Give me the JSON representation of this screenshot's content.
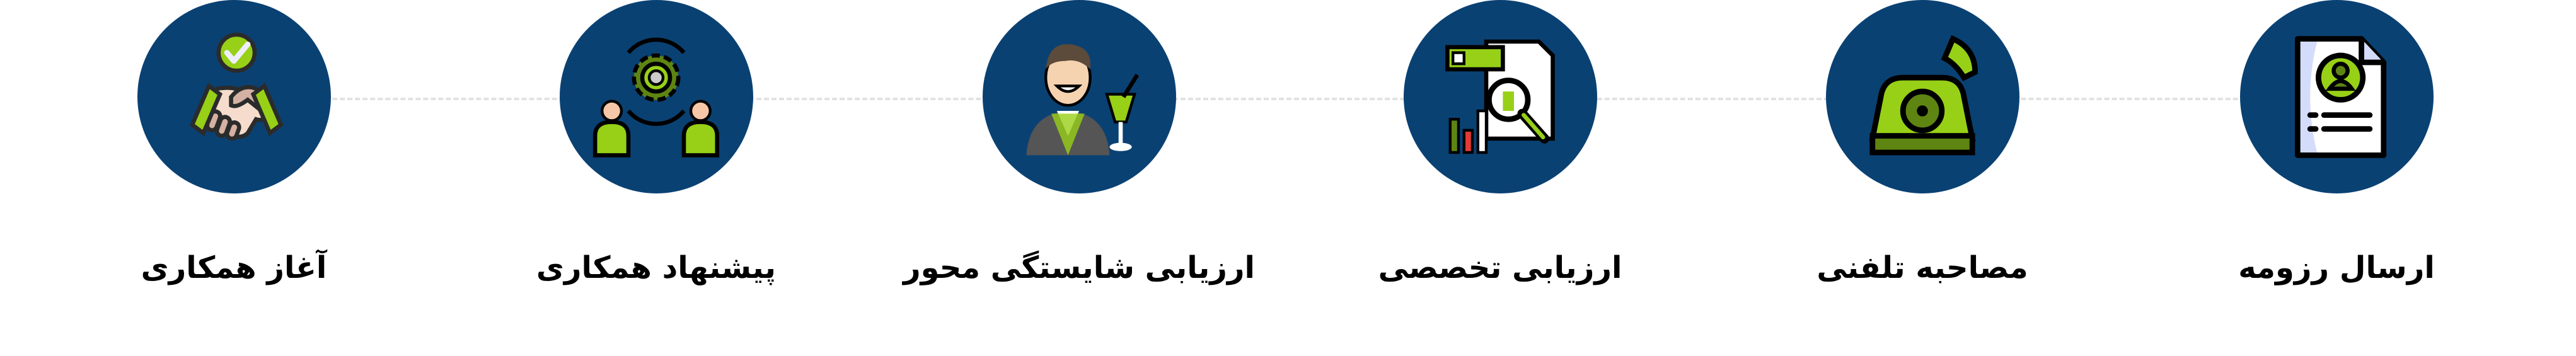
{
  "colors": {
    "circle": "#0a4173",
    "accent": "#97d016",
    "line": "#e2e2e2"
  },
  "steps": [
    {
      "label": "ارسال رزومه",
      "icon": "resume-icon"
    },
    {
      "label": "مصاحبه تلفنی",
      "icon": "telephone-icon"
    },
    {
      "label": "ارزیابی تخصصی",
      "icon": "analysis-icon"
    },
    {
      "label": "ارزیابی شایستگی محور",
      "icon": "competency-icon"
    },
    {
      "label": "پیشنهاد همکاری",
      "icon": "collaboration-offer-icon"
    },
    {
      "label": "آغاز همکاری",
      "icon": "handshake-icon"
    }
  ]
}
